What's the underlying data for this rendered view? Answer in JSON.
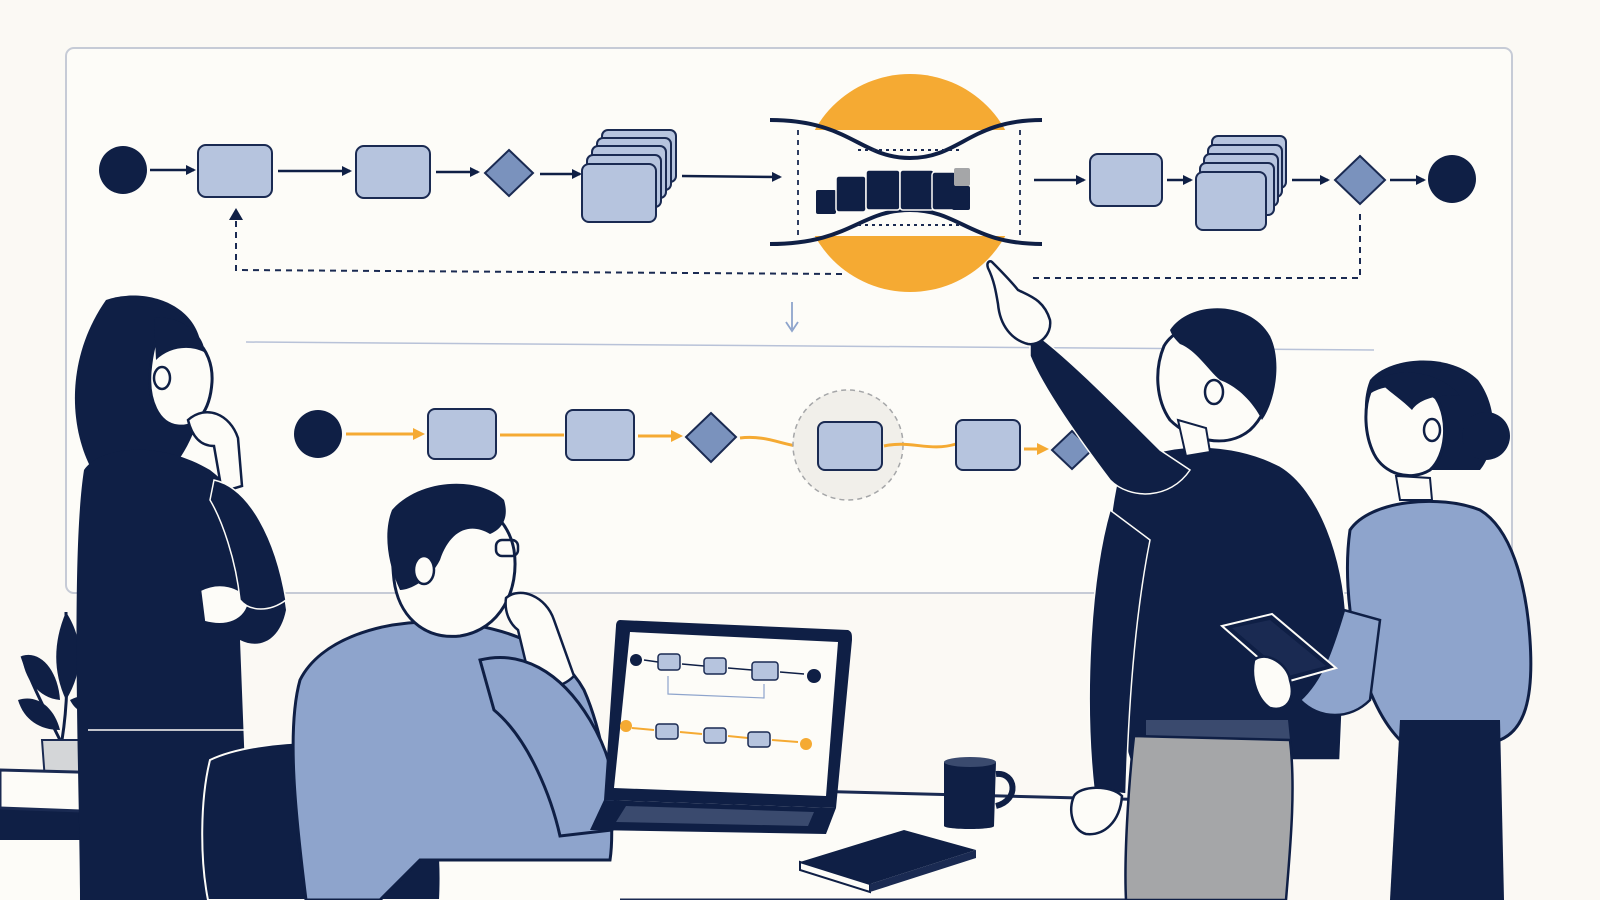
{
  "palette": {
    "background": "#fbf9f4",
    "navy": "#0f1f45",
    "ink": "#1a2a52",
    "steel_blue": "#8ea4cc",
    "box_blue": "#b6c4de",
    "light_blue": "#c9d5ea",
    "orange": "#f5aa33",
    "gray": "#a5a6a8",
    "board_border": "#c6cbd6"
  },
  "icons": [
    "process-flow-diagram",
    "bottleneck-highlight",
    "laptop-flow-diagram",
    "coffee-mug",
    "notebook",
    "tablet",
    "potted-plant"
  ],
  "diagram": {
    "current_flow": [
      "start",
      "task",
      "task",
      "decision",
      "task-stack",
      "bottleneck",
      "task",
      "task-stack",
      "decision",
      "end"
    ],
    "optimized_flow": [
      "start",
      "task",
      "task",
      "decision",
      "task",
      "task",
      "decision"
    ],
    "highlight": "bottleneck"
  }
}
